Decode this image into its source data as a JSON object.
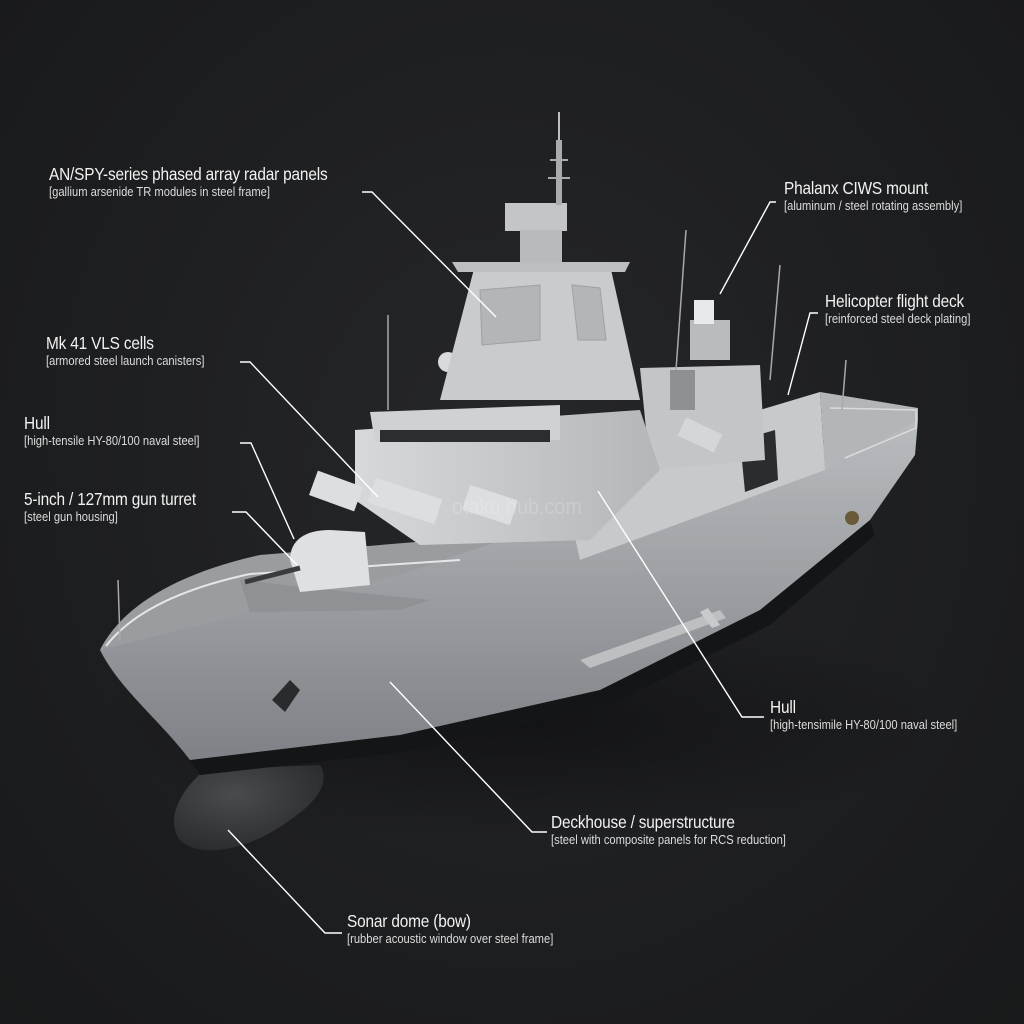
{
  "diagram": {
    "subject": "Naval frigate / destroyer 3D render with material callouts",
    "background_color": "#1d1e20",
    "text_color": "#f2f2f2",
    "leader_line_color": "#ffffff",
    "hull_color": "#a9acaf",
    "watermark": "otaku hub.com"
  },
  "labels": [
    {
      "id": "radar",
      "title": "AN/SPY-series phased array radar panels",
      "subtitle": "[gallium arsenide TR modules in steel frame]"
    },
    {
      "id": "ciws",
      "title": "Phalanx CIWS mount",
      "subtitle": "[aluminum / steel rotating assembly]"
    },
    {
      "id": "flightdeck",
      "title": "Helicopter flight deck",
      "subtitle": "[reinforced steel deck plating]"
    },
    {
      "id": "vls",
      "title": "Mk 41 VLS cells",
      "subtitle": "[armored steel launch canisters]"
    },
    {
      "id": "hull_left",
      "title": "Hull",
      "subtitle": "[high-tensile HY-80/100 naval steel]"
    },
    {
      "id": "gun",
      "title": "5-inch / 127mm gun turret",
      "subtitle": "[steel gun housing]"
    },
    {
      "id": "hull_right",
      "title": "Hull",
      "subtitle": "[high-tensimile HY-80/100 naval steel]"
    },
    {
      "id": "deckhouse",
      "title": "Deckhouse / superstructure",
      "subtitle": "[steel with composite panels for RCS reduction]"
    },
    {
      "id": "sonar",
      "title": "Sonar dome (bow)",
      "subtitle": "[rubber acoustic window over steel frame]"
    }
  ]
}
